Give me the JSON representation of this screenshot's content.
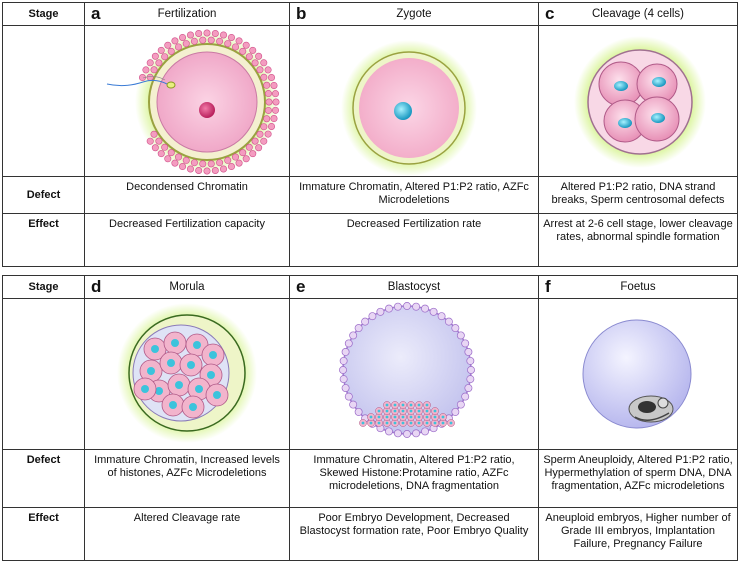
{
  "row_labels": {
    "stage": "Stage",
    "defect": "Defect",
    "effect": "Effect"
  },
  "panels": [
    {
      "letter": "a",
      "title": "Fertilization",
      "defect": "Decondensed Chromatin",
      "effect": "Decreased Fertilization capacity"
    },
    {
      "letter": "b",
      "title": "Zygote",
      "defect": "Immature Chromatin, Altered P1:P2 ratio, AZFc Microdeletions",
      "effect": "Decreased Fertilization rate"
    },
    {
      "letter": "c",
      "title": "Cleavage (4 cells)",
      "defect": "Altered P1:P2 ratio, DNA strand breaks, Sperm centrosomal defects",
      "effect": "Arrest at 2-6 cell stage, lower cleavage rates, abnormal spindle formation"
    },
    {
      "letter": "d",
      "title": "Morula",
      "defect": "Immature Chromatin, Increased levels of histones, AZFc Microdeletions",
      "effect": "Altered Cleavage rate"
    },
    {
      "letter": "e",
      "title": "Blastocyst",
      "defect": "Immature Chromatin,  Altered P1:P2 ratio, Skewed Histone:Protamine ratio, AZFc microdeletions, DNA fragmentation",
      "effect": "Poor Embryo Development, Decreased Blastocyst formation rate, Poor Embryo Quality"
    },
    {
      "letter": "f",
      "title": "Foetus",
      "defect": "Sperm Aneuploidy, Altered P1:P2 ratio, Hypermethylation of sperm DNA, DNA fragmentation, AZFc microdeletions",
      "effect": "Aneuploid embryos, Higher number of Grade III embryos, Implantation Failure, Pregnancy Failure"
    }
  ],
  "colors": {
    "cytoplasm": "#f6c2d8",
    "halo": "#c8ef6a",
    "nucleus": "#3cc3dc",
    "cavity": "#d8d8f6",
    "cell_outline": "#a878c8"
  }
}
